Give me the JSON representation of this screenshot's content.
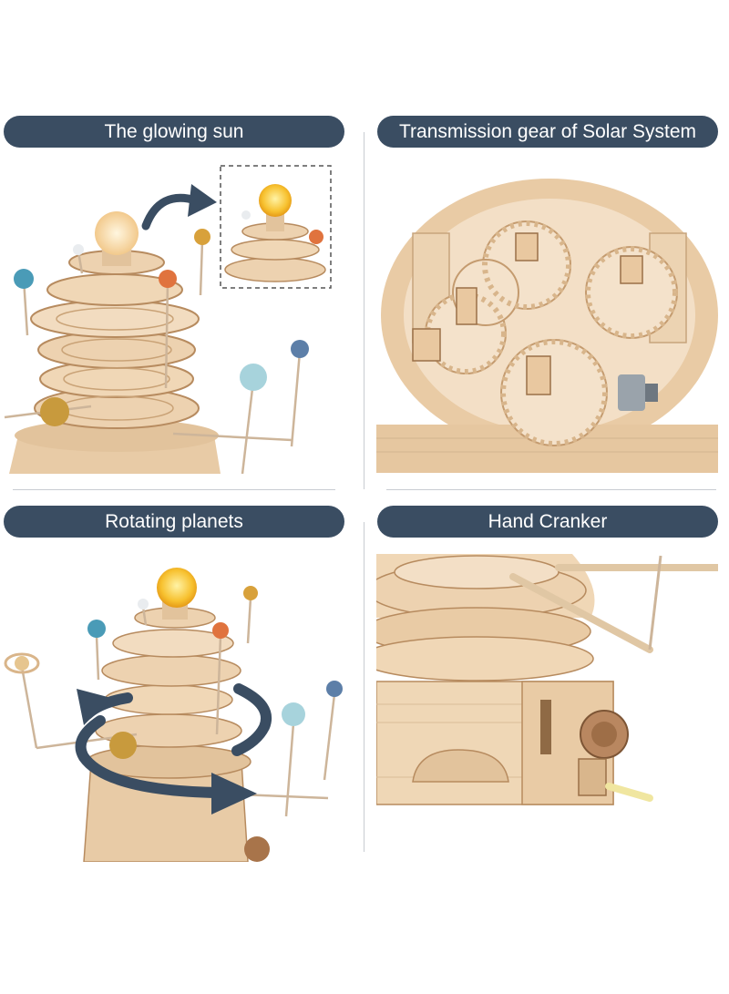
{
  "panels": [
    {
      "title": "The glowing sun"
    },
    {
      "title": "Transmission gear of Solar System"
    },
    {
      "title": "Rotating planets"
    },
    {
      "title": "Hand Cranker"
    }
  ],
  "colors": {
    "pill_bg": "#3a4d62",
    "pill_text": "#ffffff",
    "wood_light": "#f2dcc0",
    "wood_mid": "#e2c39c",
    "wood_dark": "#b78b5f",
    "sun": "#f6c23a",
    "arrow": "#3a4d62",
    "divider": "#c8ccd2"
  },
  "icons": [
    "curved-arrow-icon",
    "rotation-arrow-icon"
  ]
}
